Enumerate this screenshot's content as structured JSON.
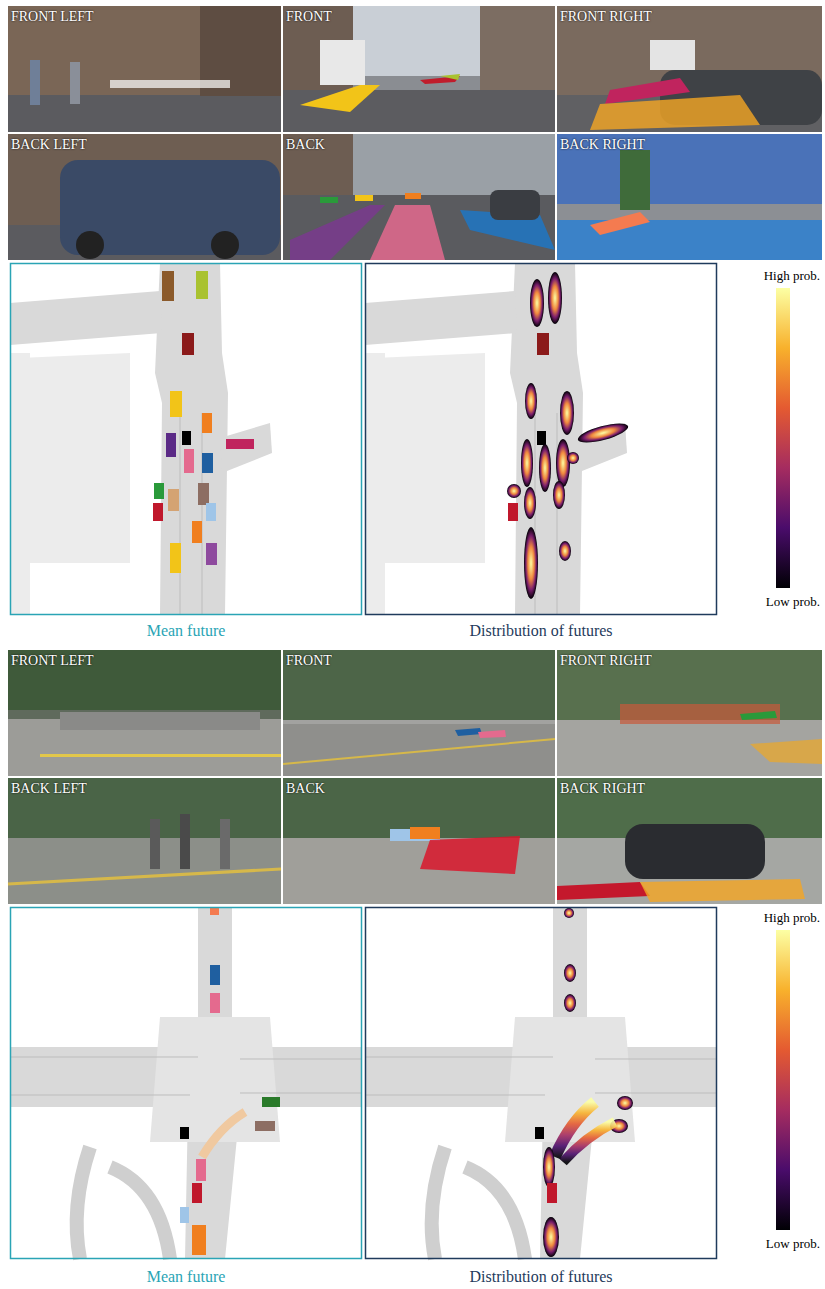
{
  "diagram": {
    "labels": [
      "FRONT LEFT",
      "FRONT",
      "FRONT RIGHT",
      "BACK LEFT",
      "BACK",
      "BACK RIGHT",
      "High prob.",
      "Low prob.",
      "Mean future",
      "Distribution of futures",
      "FRONT LEFT",
      "FRONT",
      "FRONT RIGHT",
      "BACK LEFT",
      "BACK",
      "BACK RIGHT",
      "High prob.",
      "Low prob.",
      "Mean future",
      "Distribution of futures"
    ]
  }
}
